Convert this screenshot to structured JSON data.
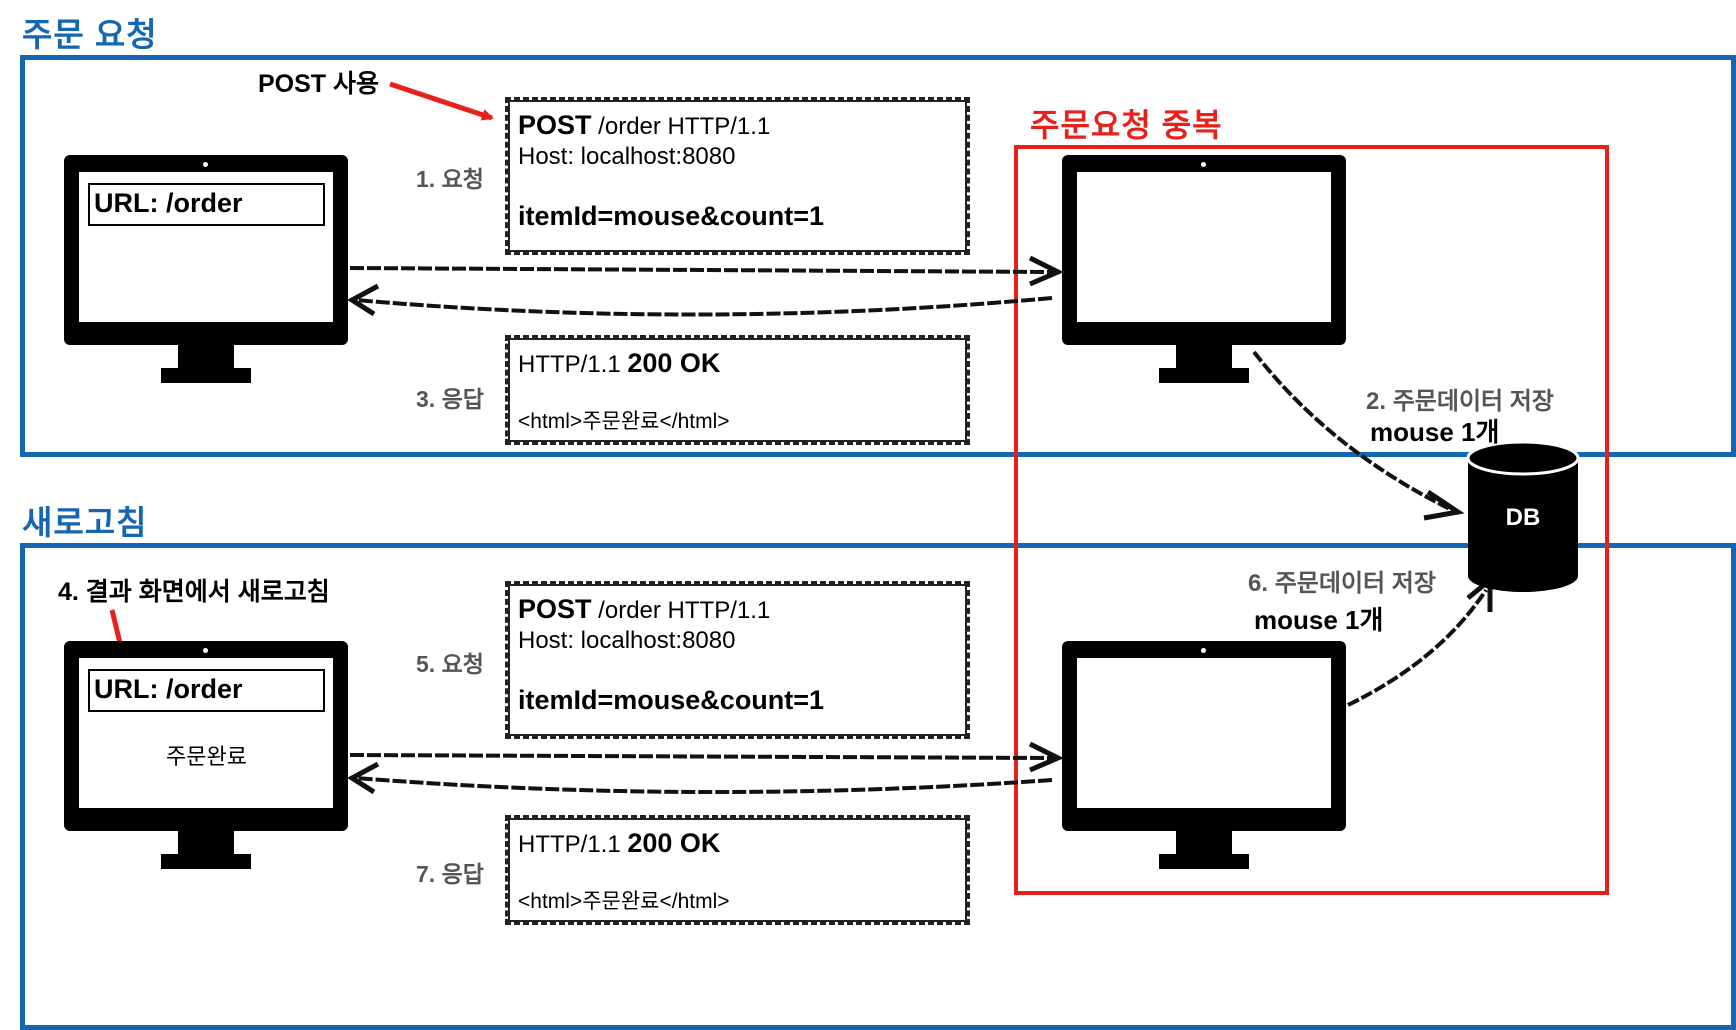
{
  "sections": {
    "order_request_title": "주문 요청",
    "refresh_title": "새로고침"
  },
  "duplicate_title": "주문요청 중복",
  "notes": {
    "post_use": "POST 사용",
    "refresh_note": "4. 결과 화면에서 새로고침"
  },
  "top": {
    "client_url": "URL: /order",
    "request_step": "1. 요청",
    "request": {
      "method": "POST",
      "path": " /order HTTP/1.1",
      "host": "Host: localhost:8080",
      "body": "itemId=mouse&count=1"
    },
    "response_step": "3. 응답",
    "response": {
      "status_prefix": "HTTP/1.1 ",
      "status": "200 OK",
      "body": "<html>주문완료</html>"
    },
    "save_note": "2. 주문데이터 저장",
    "save_value": "mouse 1개"
  },
  "bottom": {
    "client_url": "URL: /order",
    "screen_text": "주문완료",
    "request_step": "5. 요청",
    "request": {
      "method": "POST",
      "path": " /order HTTP/1.1",
      "host": "Host: localhost:8080",
      "body": "itemId=mouse&count=1"
    },
    "response_step": "7. 응답",
    "response": {
      "status_prefix": "HTTP/1.1 ",
      "status": "200 OK",
      "body": "<html>주문완료</html>"
    },
    "save_note": "6. 주문데이터 저장",
    "save_value": "mouse 1개"
  },
  "db_label": "DB",
  "colors": {
    "section_blue": "#1565b5",
    "duplicate_red": "#e8201c",
    "arrow_red": "#e8201c"
  }
}
